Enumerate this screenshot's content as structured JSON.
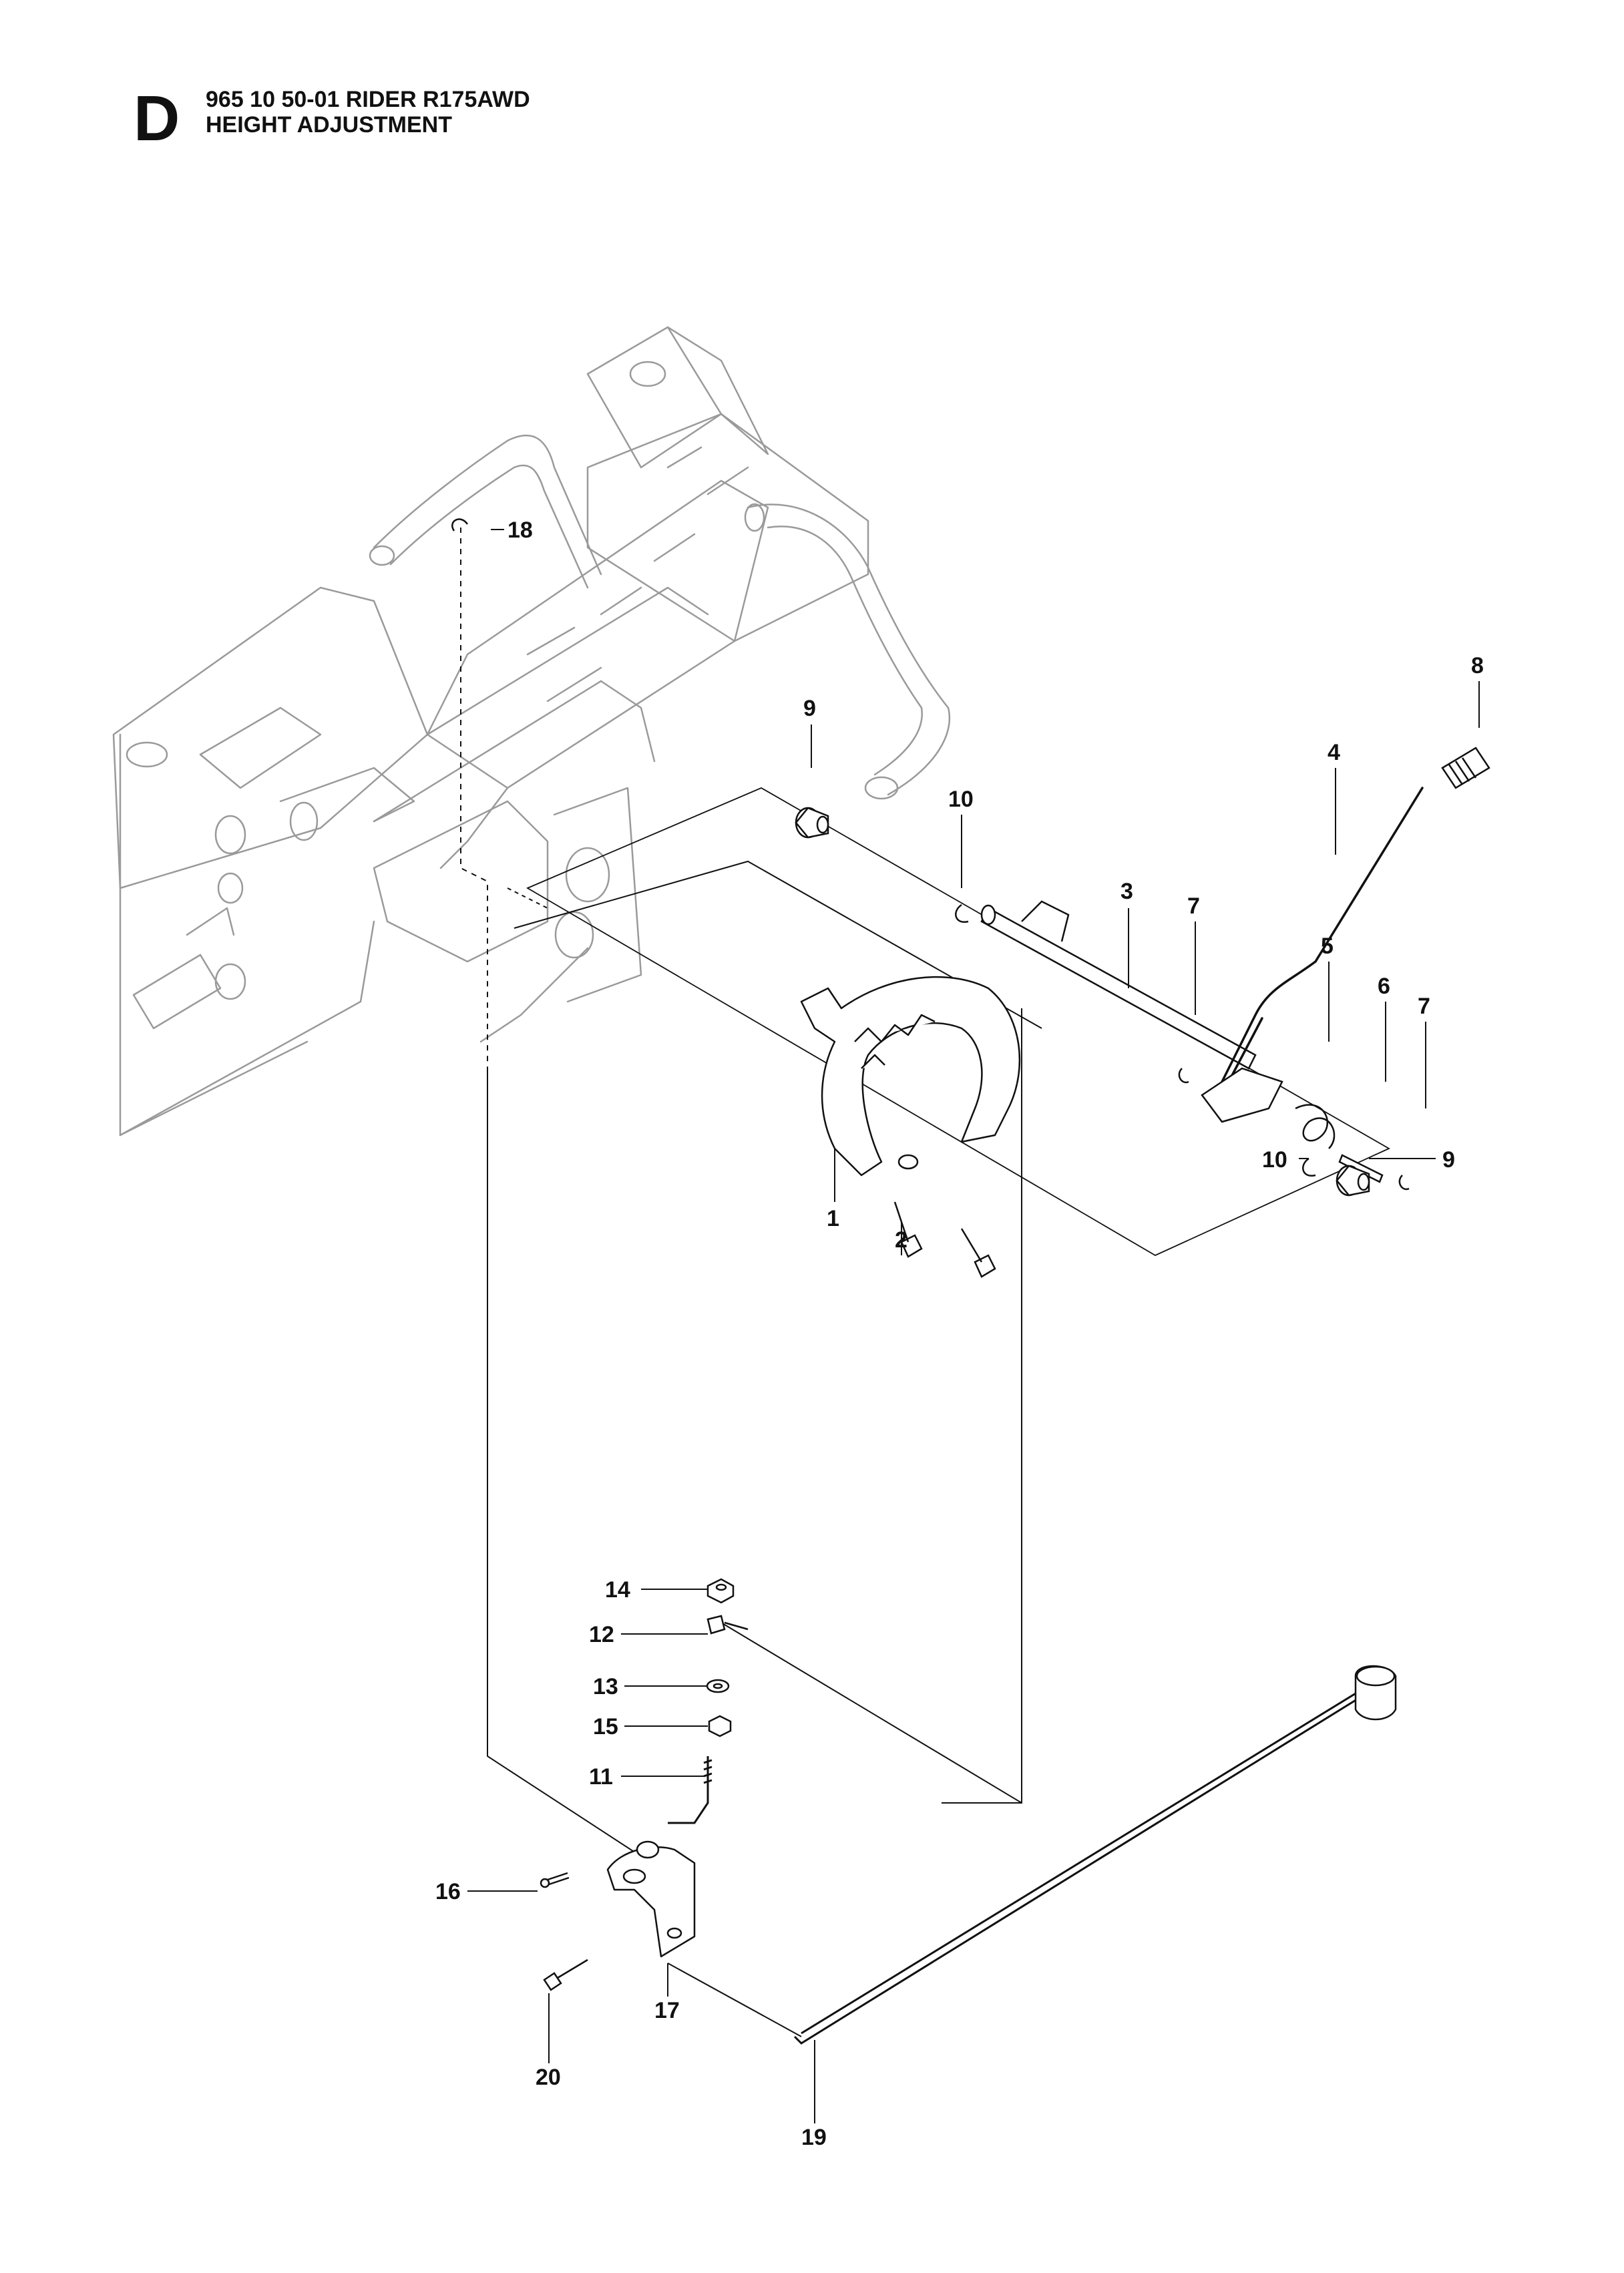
{
  "header": {
    "section_letter": "D",
    "title_line1": "965 10 50-01 RIDER R175AWD",
    "title_line2": "HEIGHT ADJUSTMENT"
  },
  "callouts": [
    {
      "id": "c1",
      "label": "1"
    },
    {
      "id": "c2",
      "label": "2"
    },
    {
      "id": "c3",
      "label": "3"
    },
    {
      "id": "c4",
      "label": "4"
    },
    {
      "id": "c5",
      "label": "5"
    },
    {
      "id": "c6",
      "label": "6"
    },
    {
      "id": "c7a",
      "label": "7"
    },
    {
      "id": "c7b",
      "label": "7"
    },
    {
      "id": "c8",
      "label": "8"
    },
    {
      "id": "c9a",
      "label": "9"
    },
    {
      "id": "c9b",
      "label": "9"
    },
    {
      "id": "c10a",
      "label": "10"
    },
    {
      "id": "c10b",
      "label": "10"
    },
    {
      "id": "c11",
      "label": "11"
    },
    {
      "id": "c12",
      "label": "12"
    },
    {
      "id": "c13",
      "label": "13"
    },
    {
      "id": "c14",
      "label": "14"
    },
    {
      "id": "c15",
      "label": "15"
    },
    {
      "id": "c16",
      "label": "16"
    },
    {
      "id": "c17",
      "label": "17"
    },
    {
      "id": "c18",
      "label": "18"
    },
    {
      "id": "c19",
      "label": "19"
    },
    {
      "id": "c20",
      "label": "20"
    }
  ],
  "colors": {
    "ink": "#111111",
    "frame_ghost": "#9a9a9a"
  }
}
